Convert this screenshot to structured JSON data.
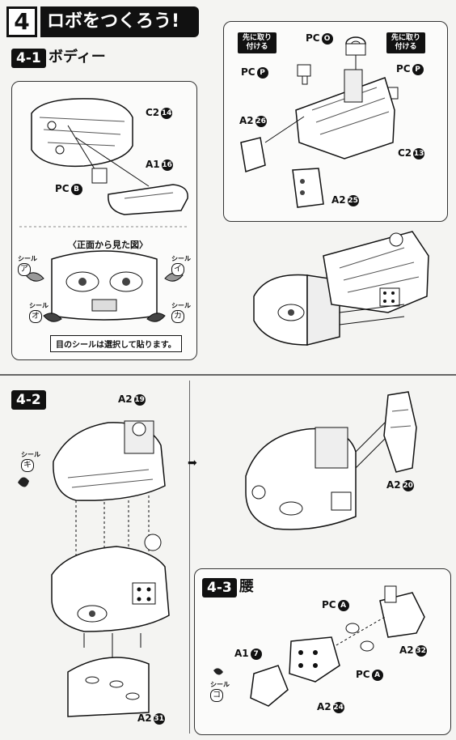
{
  "header": {
    "step_number": "4",
    "title": "ロボをつくろう!"
  },
  "sub1": {
    "badge": "4-1",
    "title": "ボディー",
    "labels": {
      "c2_14": "C2",
      "c2_14_num": "14",
      "a1_16": "A1",
      "a1_16_num": "16",
      "pc_b": "PC",
      "pc_b_letter": "B",
      "pc_o": "PC",
      "pc_o_letter": "O",
      "pc_p_left": "PC",
      "pc_p_left_letter": "P",
      "pc_p_right": "PC",
      "pc_p_right_letter": "P",
      "a2_26": "A2",
      "a2_26_num": "26",
      "c2_13": "C2",
      "c2_13_num": "13",
      "a2_25": "A2",
      "a2_25_num": "25"
    },
    "attach_first_left": "先に取り付ける",
    "attach_first_right": "先に取り付ける",
    "front_view": "〈正面から見た図〉",
    "seal_word": "シール",
    "seals": {
      "a": "ア",
      "i": "イ",
      "o": "オ",
      "ka": "カ"
    },
    "eye_note": "目のシールは選択して貼ります。"
  },
  "sub2": {
    "badge": "4-2",
    "labels": {
      "a2_19": "A2",
      "a2_19_num": "19",
      "a2_20": "A2",
      "a2_20_num": "20",
      "a2_31": "A2",
      "a2_31_num": "31"
    },
    "seal_word": "シール",
    "seal_ki": "キ",
    "arrow": "➡"
  },
  "sub3": {
    "badge": "4-3",
    "title": "腰",
    "labels": {
      "pc_a_top": "PC",
      "pc_a_top_letter": "A",
      "a2_32": "A2",
      "a2_32_num": "32",
      "a1_7": "A1",
      "a1_7_num": "7",
      "pc_a_bottom": "PC",
      "pc_a_bottom_letter": "A",
      "a2_24": "A2",
      "a2_24_num": "24"
    },
    "seal_word": "シール",
    "seal_ko": "コ"
  }
}
